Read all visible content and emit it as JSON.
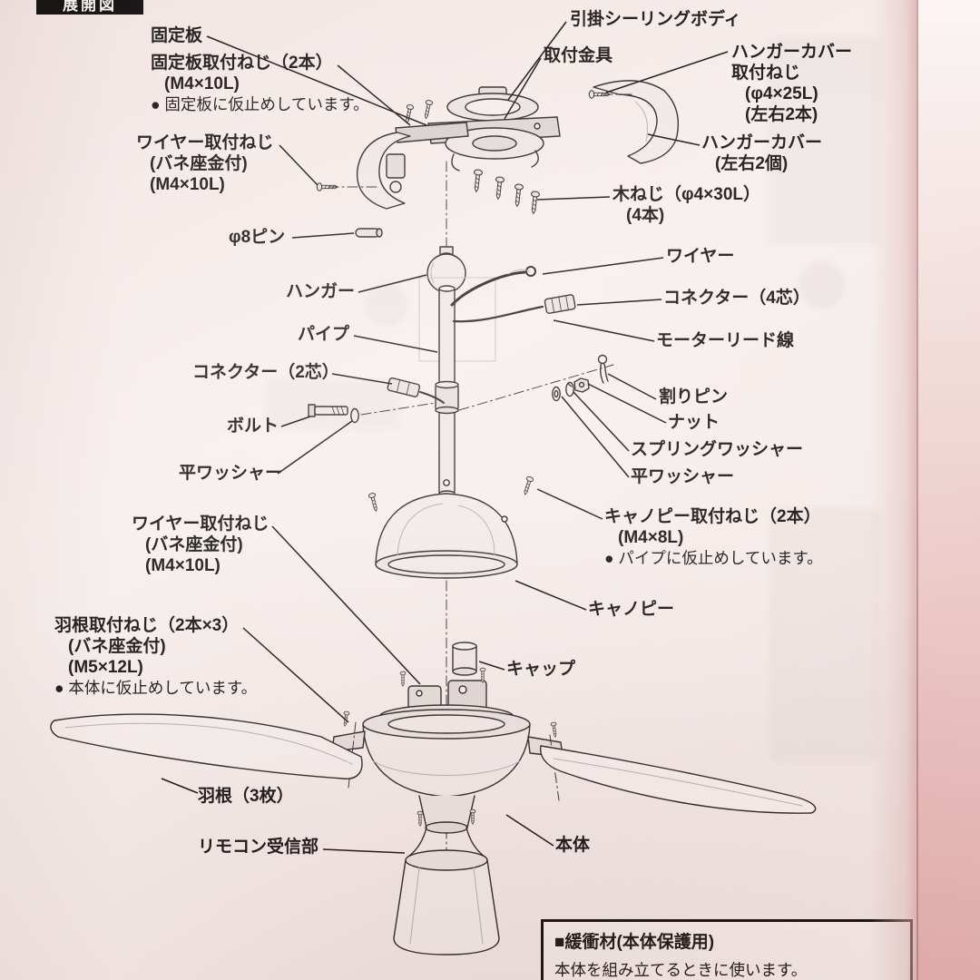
{
  "page": {
    "header": "展開図",
    "note_box": {
      "title": "■緩衝材(本体保護用)",
      "body": "本体を組み立てるときに使います。"
    },
    "colors": {
      "paper": "#f5ebe9",
      "page_edge_pink": "#e5b2b0",
      "ink": "#1d1a18",
      "tag_bg": "#121010"
    }
  },
  "callouts_left": [
    {
      "id": "fixing-plate",
      "lines": [
        "固定板"
      ]
    },
    {
      "id": "fixing-plate-screws",
      "lines": [
        "固定板取付ねじ（2本）",
        "(M4×10L)",
        "● 固定板に仮止めしています。"
      ]
    },
    {
      "id": "wire-screw-upper",
      "lines": [
        "ワイヤー取付ねじ",
        "(バネ座金付)",
        "(M4×10L)"
      ]
    },
    {
      "id": "pin-phi8",
      "lines": [
        "φ8ピン"
      ]
    },
    {
      "id": "hanger",
      "lines": [
        "ハンガー"
      ]
    },
    {
      "id": "pipe",
      "lines": [
        "パイプ"
      ]
    },
    {
      "id": "connector-2core",
      "lines": [
        "コネクター（2芯）"
      ]
    },
    {
      "id": "bolt",
      "lines": [
        "ボルト"
      ]
    },
    {
      "id": "flat-washer",
      "lines": [
        "平ワッシャー"
      ]
    },
    {
      "id": "wire-screw-lower",
      "lines": [
        "ワイヤー取付ねじ",
        "(バネ座金付)",
        "(M4×10L)"
      ]
    },
    {
      "id": "blade-screws",
      "lines": [
        "羽根取付ねじ（2本×3）",
        "(バネ座金付)",
        "(M5×12L)",
        "● 本体に仮止めしています。"
      ]
    },
    {
      "id": "blades",
      "lines": [
        "羽根（3枚）"
      ]
    },
    {
      "id": "remote-receiver",
      "lines": [
        "リモコン受信部"
      ]
    }
  ],
  "callouts_right": [
    {
      "id": "ceiling-body",
      "lines": [
        "引掛シーリングボディ"
      ]
    },
    {
      "id": "mounting-bracket",
      "lines": [
        "取付金具"
      ]
    },
    {
      "id": "hanger-cover-screws",
      "lines": [
        "ハンガーカバー",
        "取付ねじ",
        "(φ4×25L)",
        "(左右2本)"
      ]
    },
    {
      "id": "hanger-cover",
      "lines": [
        "ハンガーカバー",
        "(左右2個)"
      ]
    },
    {
      "id": "wood-screws",
      "lines": [
        "木ねじ（φ4×30L）",
        "(4本)"
      ]
    },
    {
      "id": "wire",
      "lines": [
        "ワイヤー"
      ]
    },
    {
      "id": "connector-4core",
      "lines": [
        "コネクター（4芯）"
      ]
    },
    {
      "id": "motor-lead-wire",
      "lines": [
        "モーターリード線"
      ]
    },
    {
      "id": "split-pin",
      "lines": [
        "割りピン"
      ]
    },
    {
      "id": "nut",
      "lines": [
        "ナット"
      ]
    },
    {
      "id": "spring-washer",
      "lines": [
        "スプリングワッシャー"
      ]
    },
    {
      "id": "flat-washer",
      "lines": [
        "平ワッシャー"
      ]
    },
    {
      "id": "canopy-screws",
      "lines": [
        "キャノピー取付ねじ（2本）",
        "(M4×8L)",
        "● パイプに仮止めしています。"
      ]
    },
    {
      "id": "canopy",
      "lines": [
        "キャノピー"
      ]
    },
    {
      "id": "cap",
      "lines": [
        "キャップ"
      ]
    },
    {
      "id": "main-body",
      "lines": [
        "本体"
      ]
    }
  ]
}
